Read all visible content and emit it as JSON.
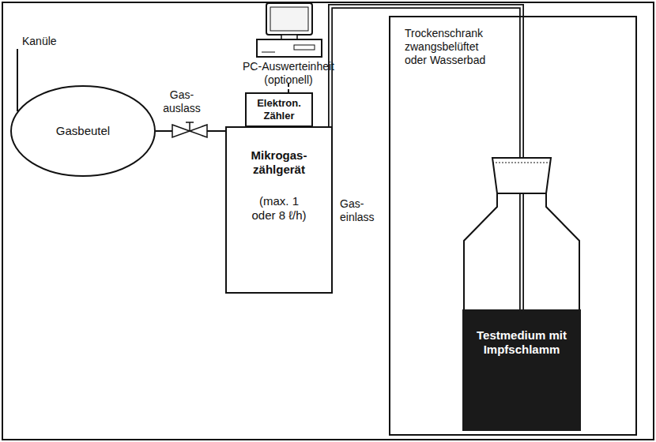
{
  "diagram": {
    "nodes": [
      {
        "text": [
          "Gasbeutel"
        ]
      },
      {
        "text": [
          "Elektron. Zähler"
        ]
      },
      {
        "text": [
          "Mikrogas- zählgerät",
          "(max. 1 oder 8 ℓ/h)"
        ]
      },
      {
        "text": [
          "Trockenschrank zwangsbelüftet oder Wasserbad"
        ]
      },
      {
        "text": [
          "Testmedium mit Impfschlamm"
        ],
        "in": 3
      }
    ],
    "edges": [
      {
        "from": 0,
        "to": 2,
        "arrow": "none"
      },
      {
        "from": 2,
        "to": 4,
        "arrow": "none"
      }
    ],
    "labels": [
      "Kanüle",
      "Gas- auslass",
      "PC-Auswerteinheit (optionell)",
      "Gas- einlass"
    ]
  }
}
